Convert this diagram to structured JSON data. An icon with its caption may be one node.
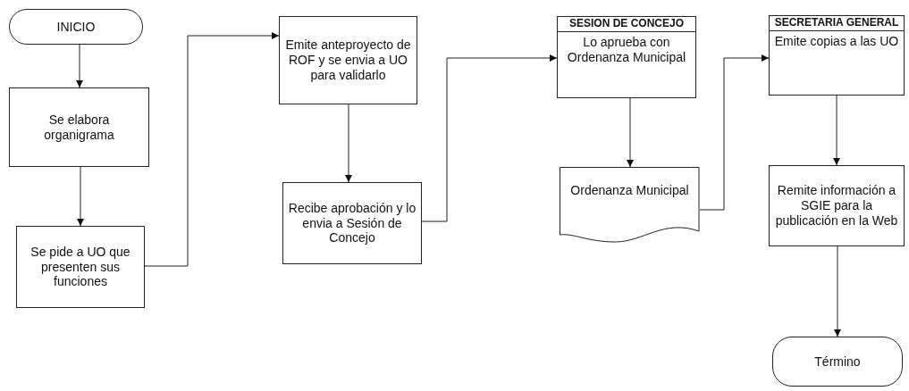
{
  "diagram": {
    "nodes": [
      {
        "text": [
          "INICIO"
        ]
      },
      {
        "text": [
          "Se elabora organigrama"
        ]
      },
      {
        "text": [
          "Se pide a UO que presenten sus funciones"
        ]
      },
      {
        "text": [
          "Emite anteproyecto de ROF y se envia a UO para validarlo"
        ]
      },
      {
        "text": [
          "Recibe aprobación y lo envia a Sesión de Concejo"
        ]
      },
      {
        "text": [
          "SESION DE CONCEJO",
          "Lo aprueba con Ordenanza Municipal"
        ]
      },
      {
        "text": [
          "Ordenanza Municipal"
        ]
      },
      {
        "text": [
          "SECRETARIA GENERAL",
          "Emite copias a las UO"
        ]
      },
      {
        "text": [
          "Remite información a SGIE para la publicación en la Web"
        ]
      },
      {
        "text": [
          "Término"
        ]
      }
    ],
    "edges": [
      {
        "from": 0,
        "to": 1,
        "arrow": "to"
      },
      {
        "from": 1,
        "to": 2,
        "arrow": "to"
      },
      {
        "from": 2,
        "to": 3,
        "arrow": "to"
      },
      {
        "from": 3,
        "to": 4,
        "arrow": "to"
      },
      {
        "from": 4,
        "to": 5,
        "arrow": "to"
      },
      {
        "from": 5,
        "to": 6,
        "arrow": "to"
      },
      {
        "from": 6,
        "to": 7,
        "arrow": "to"
      },
      {
        "from": 7,
        "to": 8,
        "arrow": "to"
      },
      {
        "from": 8,
        "to": 9,
        "arrow": "to"
      }
    ]
  }
}
